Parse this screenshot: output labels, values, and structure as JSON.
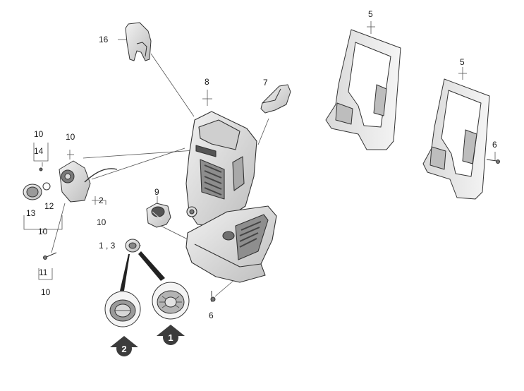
{
  "callouts": {
    "c16": "16",
    "c8": "8",
    "c7": "7",
    "c5a": "5",
    "c5b": "5",
    "c6a": "6",
    "c6b": "6",
    "c9": "9",
    "c13": "1 , 3",
    "c10a": "10",
    "c14": "14",
    "c10b": "10",
    "c12": "12",
    "c13b": "13",
    "c10c": "10",
    "c2": "2",
    "c10d": "10",
    "c11": "11",
    "c10e": "10"
  },
  "badges": {
    "b1": "1",
    "b2": "2"
  },
  "colors": {
    "line": "#3a3a3a",
    "fill_light": "#e6e6e6",
    "fill_mid": "#c4c4c4",
    "fill_dark": "#8a8a8a",
    "badge": "#3c3c3c"
  }
}
